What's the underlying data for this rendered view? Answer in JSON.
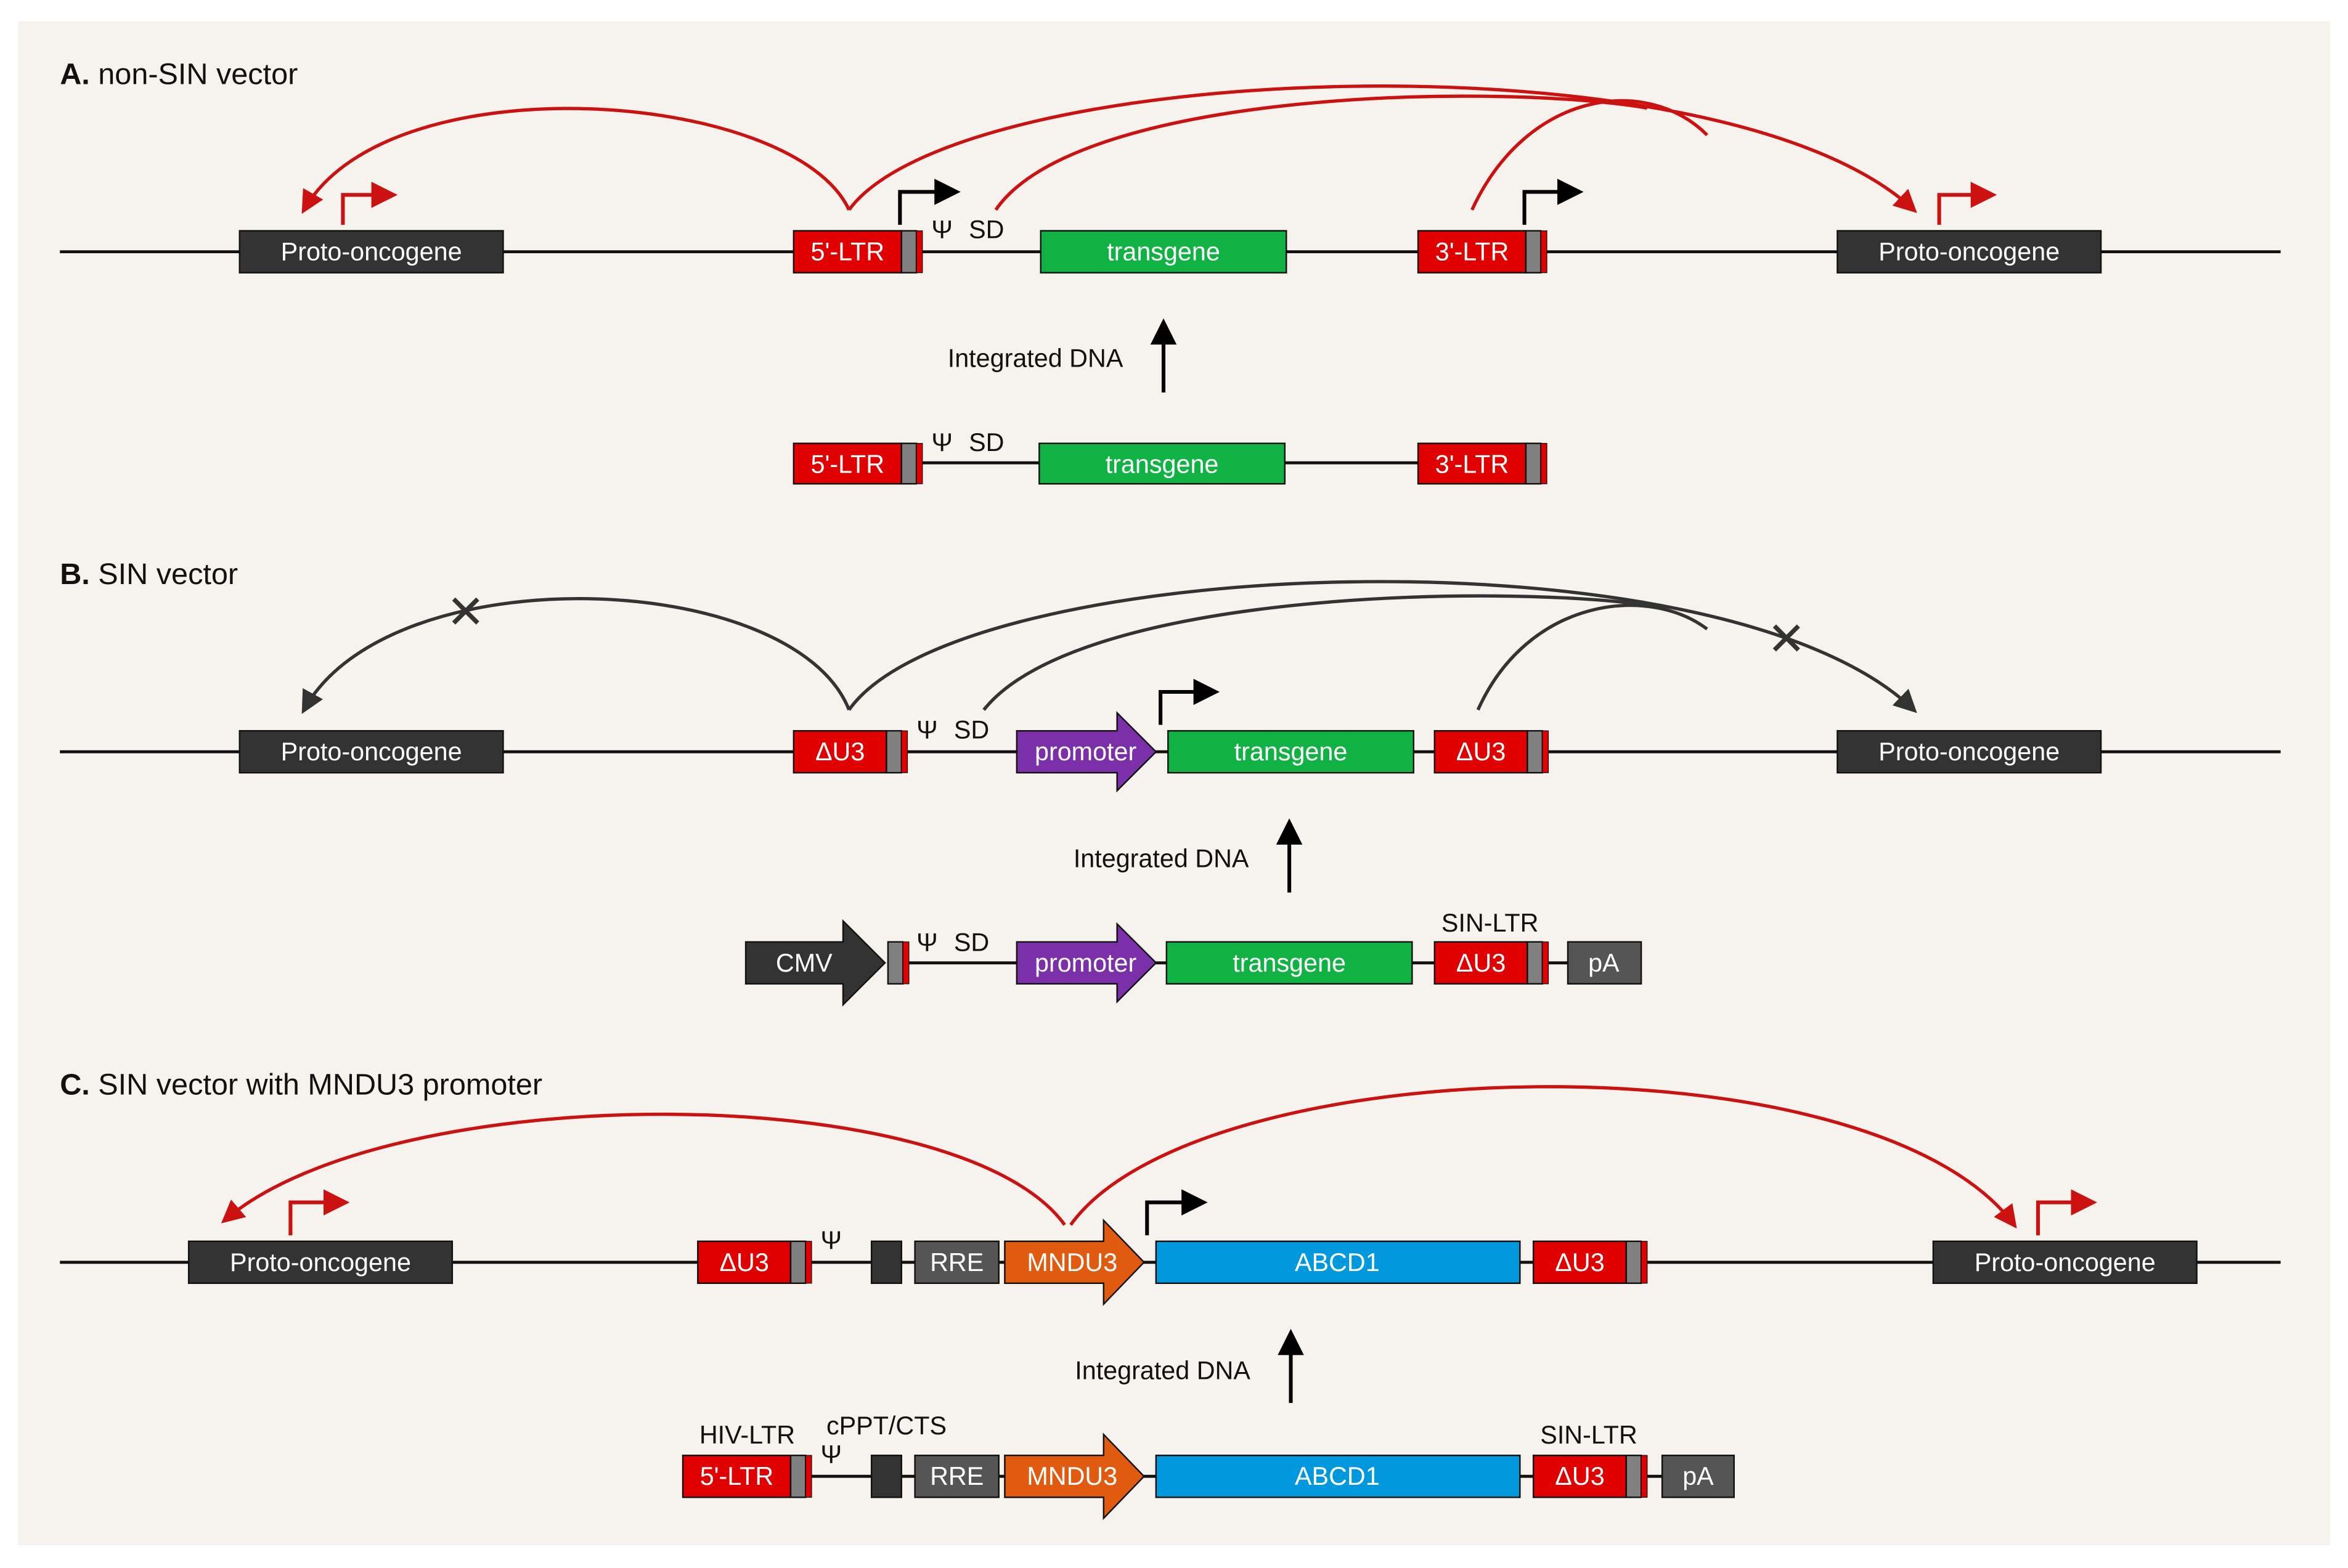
{
  "colors": {
    "background": "#f6f2ed",
    "red_box": "#e00000",
    "dark_box": "#333333",
    "green_box": "#10b343",
    "purple_box": "#7b2fa8",
    "orange_box": "#e05a10",
    "blue_box": "#0098dd",
    "gray_block": "#808080",
    "red_arrow": "#cc1111",
    "dark_arrow": "#333333"
  },
  "panelA": {
    "title_bold": "A.",
    "title": "non-SIN vector",
    "proto_left": "Proto-oncogene",
    "ltr5": "5'-LTR",
    "psi": "Ψ",
    "sd": "SD",
    "transgene": "transgene",
    "ltr3": "3'-LTR",
    "proto_right": "Proto-oncogene",
    "integrated": "Integrated DNA",
    "bottom": {
      "ltr5": "5'-LTR",
      "psi": "Ψ",
      "sd": "SD",
      "transgene": "transgene",
      "ltr3": "3'-LTR"
    }
  },
  "panelB": {
    "title_bold": "B.",
    "title": "SIN vector",
    "proto_left": "Proto-oncogene",
    "du3_left": "ΔU3",
    "psi": "Ψ",
    "sd": "SD",
    "promoter": "promoter",
    "transgene": "transgene",
    "du3_right": "ΔU3",
    "proto_right": "Proto-oncogene",
    "integrated": "Integrated DNA",
    "bottom": {
      "cmv": "CMV",
      "psi": "Ψ",
      "sd": "SD",
      "promoter": "promoter",
      "transgene": "transgene",
      "sin_ltr": "SIN-LTR",
      "du3": "ΔU3",
      "pa": "pA"
    }
  },
  "panelC": {
    "title_bold": "C.",
    "title": "SIN vector with MNDU3 promoter",
    "proto_left": "Proto-oncogene",
    "du3_left": "ΔU3",
    "psi": "Ψ",
    "rre": "RRE",
    "mndu3": "MNDU3",
    "abcd1": "ABCD1",
    "du3_right": "ΔU3",
    "proto_right": "Proto-oncogene",
    "integrated": "Integrated DNA",
    "bottom": {
      "hiv_ltr": "HIV-LTR",
      "ltr5": "5'-LTR",
      "cppt": "cPPT/CTS",
      "psi": "Ψ",
      "rre": "RRE",
      "mndu3": "MNDU3",
      "abcd1": "ABCD1",
      "sin_ltr": "SIN-LTR",
      "du3": "ΔU3",
      "pa": "pA"
    }
  }
}
